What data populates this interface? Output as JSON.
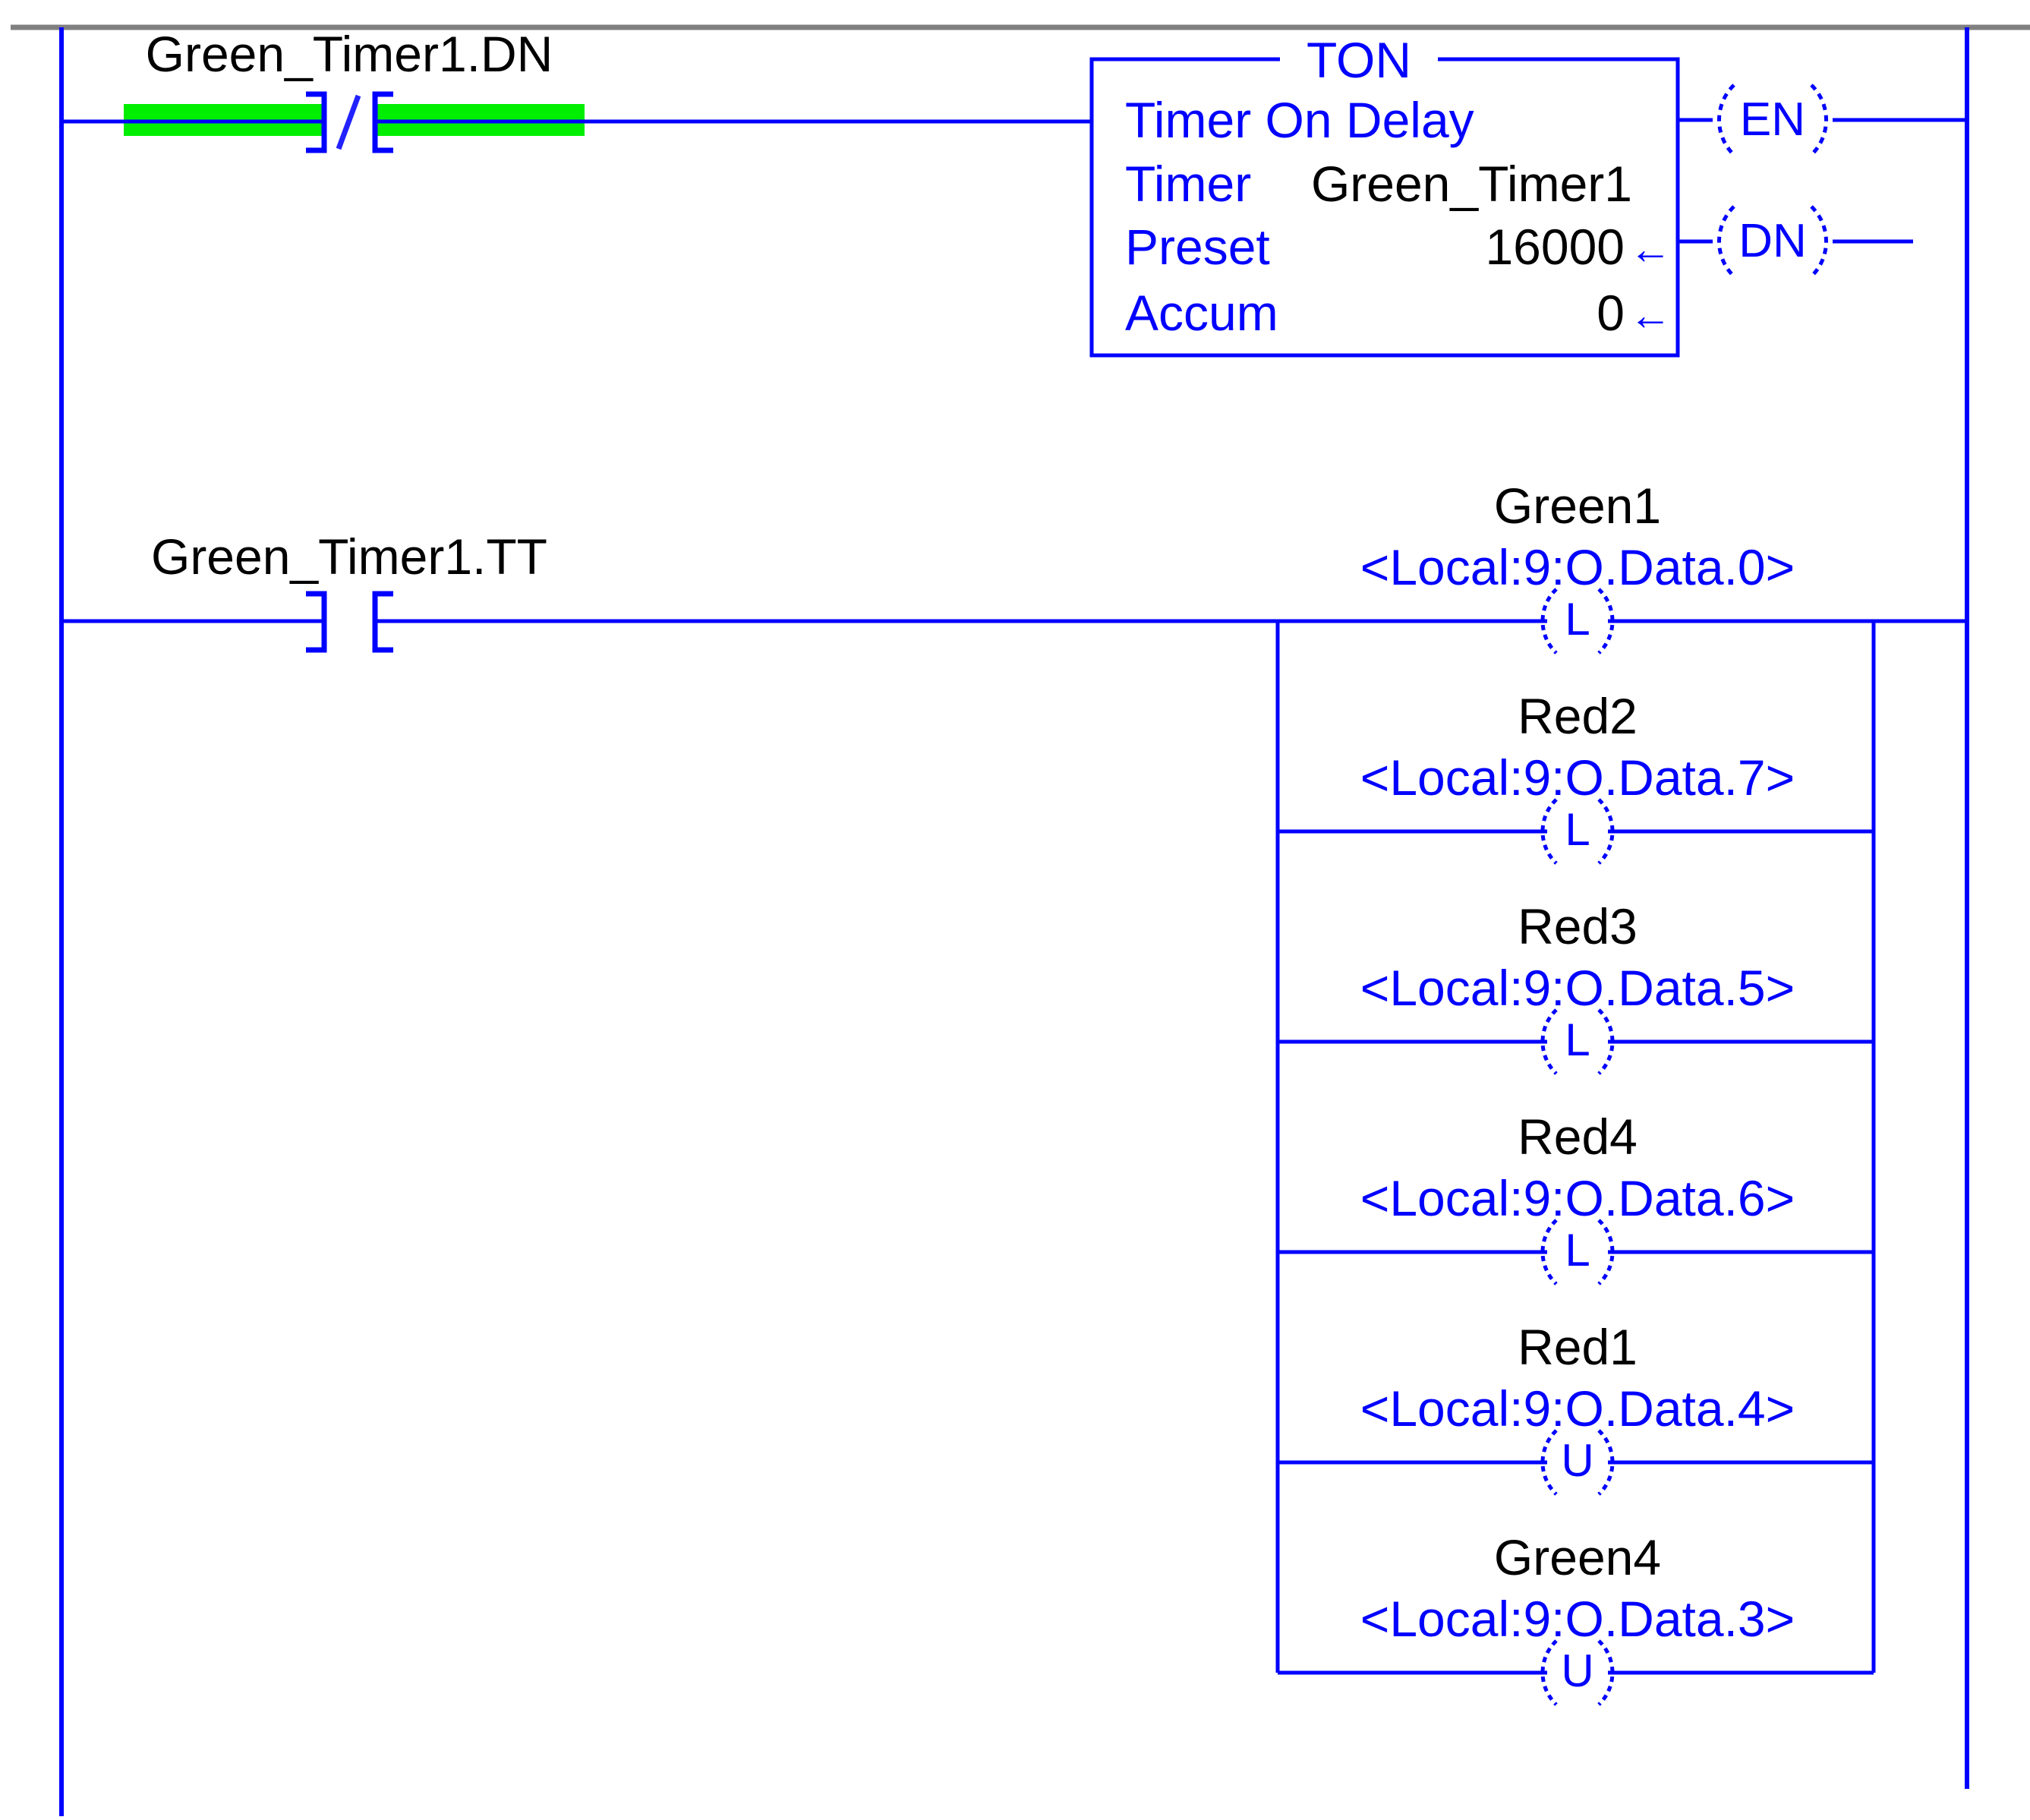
{
  "colors": {
    "wire_blue": "#0000ff",
    "frame_gray": "#808080",
    "power_flow_green": "#00ee00",
    "text_black": "#000000"
  },
  "rung1": {
    "contact": {
      "tag": "Green_Timer1.DN",
      "symbol": "normally-closed-contact",
      "power_flow_highlighted": true
    },
    "ton_block": {
      "mnemonic": "TON",
      "description": "Timer On Delay",
      "parameters": [
        {
          "label": "Timer",
          "value": "Green_Timer1",
          "pending_arrow": ""
        },
        {
          "label": "Preset",
          "value": "16000",
          "pending_arrow": "←"
        },
        {
          "label": "Accum",
          "value": "0",
          "pending_arrow": "←"
        }
      ],
      "output_bits": [
        {
          "label": "EN"
        },
        {
          "label": "DN"
        }
      ]
    }
  },
  "rung2": {
    "contact": {
      "tag": "Green_Timer1.TT",
      "symbol": "normally-open-contact",
      "power_flow_highlighted": false
    },
    "coils": [
      {
        "name": "Green1",
        "address": "<Local:9:O.Data.0>",
        "letter": "L"
      },
      {
        "name": "Red2",
        "address": "<Local:9:O.Data.7>",
        "letter": "L"
      },
      {
        "name": "Red3",
        "address": "<Local:9:O.Data.5>",
        "letter": "L"
      },
      {
        "name": "Red4",
        "address": "<Local:9:O.Data.6>",
        "letter": "L"
      },
      {
        "name": "Red1",
        "address": "<Local:9:O.Data.4>",
        "letter": "U"
      },
      {
        "name": "Green4",
        "address": "<Local:9:O.Data.3>",
        "letter": "U"
      }
    ]
  }
}
